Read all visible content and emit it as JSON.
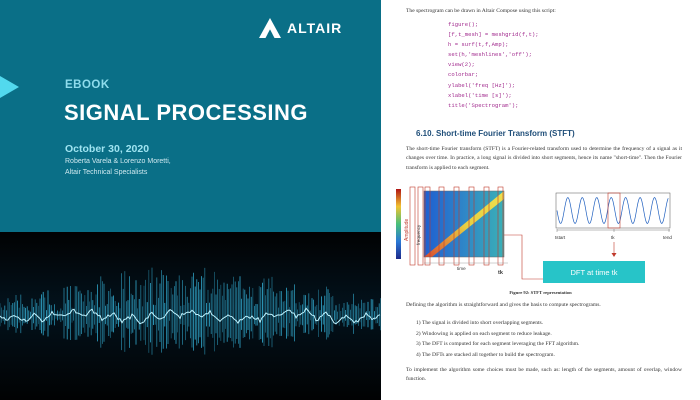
{
  "cover": {
    "brand": "ALTAIR",
    "label": "EBOOK",
    "title": "SIGNAL PROCESSING",
    "date": "October 30, 2020",
    "authors": "Roberta Varela & Lorenzo Moretti,",
    "affiliation": "Altair Technical Specialists",
    "colors": {
      "panel": "#0a6f87",
      "accent": "#52d9ee",
      "wave": "#3fd3ff"
    },
    "icons": [
      "altair-logo-icon",
      "sound-wave-graphic"
    ]
  },
  "page": {
    "intro": "The spectrogram can be drawn in Altair Compose using this script:",
    "code": [
      "figure();",
      "[f,t_mesh] = meshgrid(f,t);",
      "h = surf(t,f,Amp);",
      "set(h,'meshlines','off');",
      "view(2);",
      "colorbar;",
      "ylabel('freq [Hz]');",
      "xlabel('time [s]');",
      "title('Spectrogram');"
    ],
    "section_heading": "6.10. Short-time Fourier Transform (STFT)",
    "paragraph1": "The short-time Fourier transform (STFT) is a Fourier-related transform used to determine the frequency of a signal as it changes over time. In practice, a long signal is divided into short segments, hence its name \"short-time\". Then the Fourier transform is applied to each segment.",
    "figure": {
      "axis_amplitude": "Amplitude",
      "axis_frequency": "frequency",
      "axis_time": "time",
      "marker_k": "tk",
      "tick_start": "tstart",
      "tick_k": "tk",
      "tick_end": "tend",
      "dft_label": "DFT at time tk",
      "colors": {
        "dft_box": "#27c4c8",
        "connector": "#c0392b",
        "window": "#c0392b"
      }
    },
    "caption": "Figure 92: STFT representation",
    "paragraph2": "Defining the algorithm is straightforward and gives the basis to compute spectrograms.",
    "steps": [
      "1)  The signal is divided into short overlapping segments.",
      "2)  Windowing is applied on each segment to reduce leakage.",
      "3)  The DFT is computed for each segment leveraging the FFT algorithm.",
      "4)  The DFTs are stacked all together to build the spectrogram."
    ],
    "paragraph3": "To implement the algorithm some choices must be made, such as: length of the segments, amount of overlap, window function."
  }
}
